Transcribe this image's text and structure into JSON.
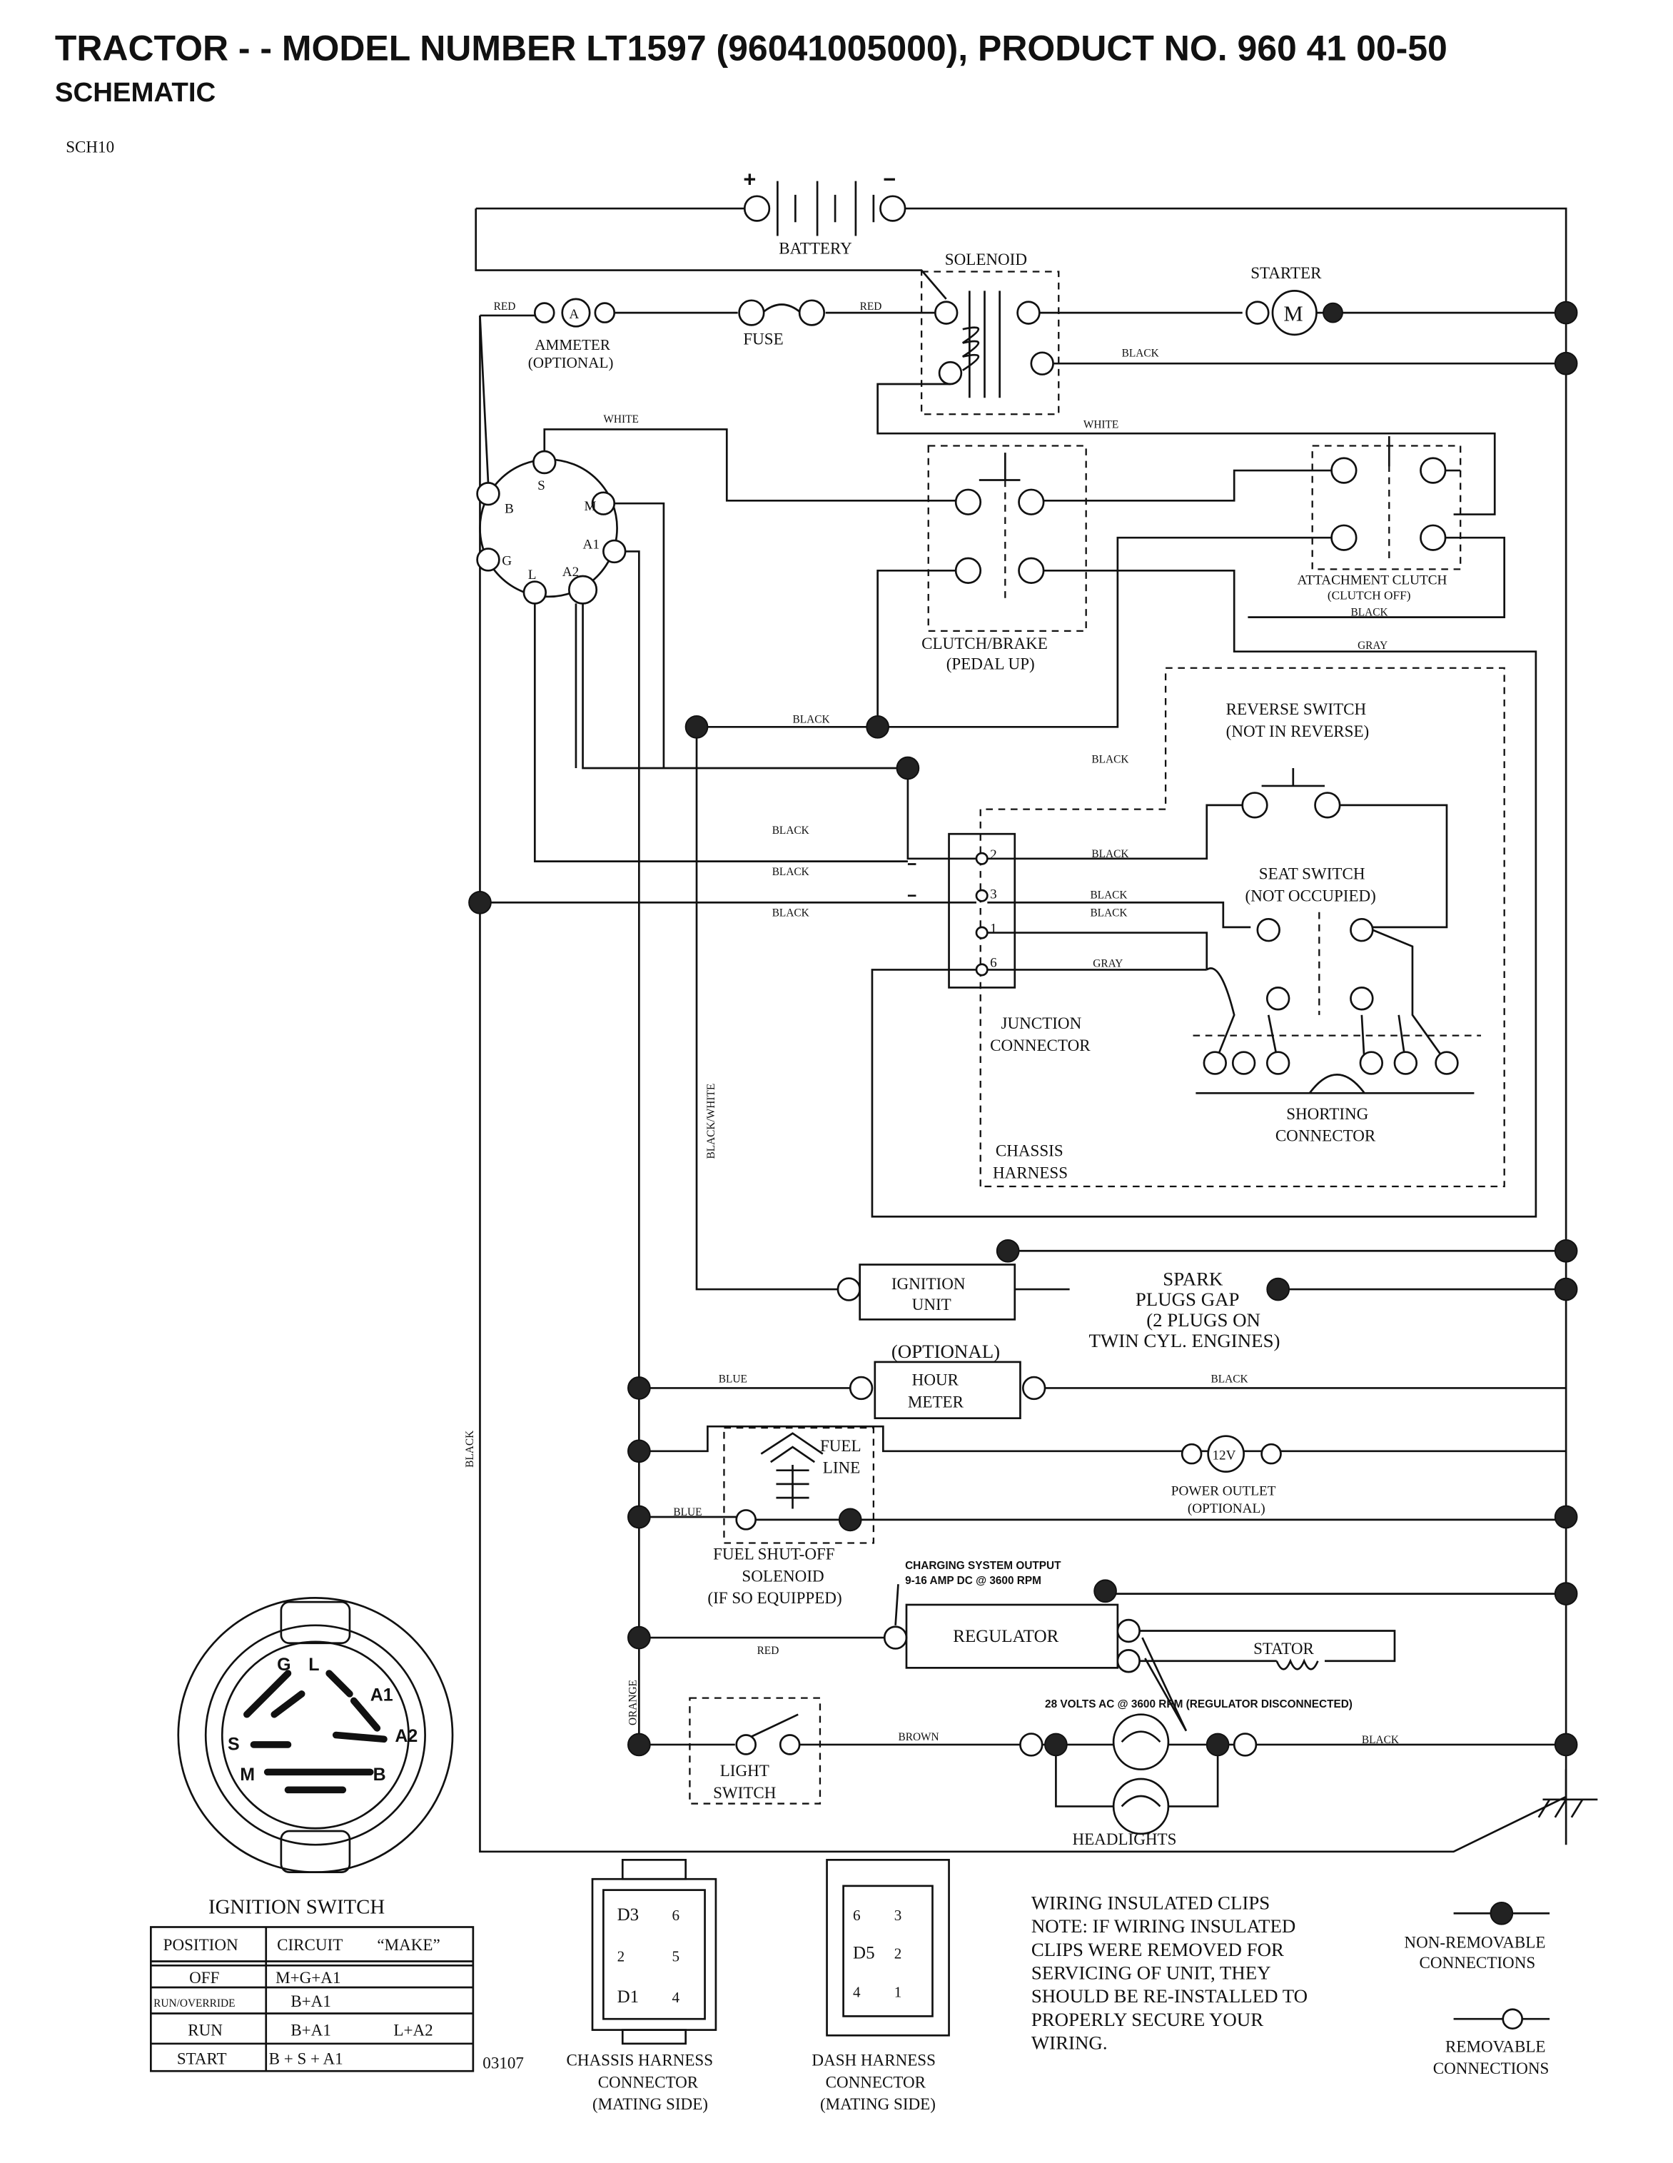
{
  "header": {
    "title": "TRACTOR - - MODEL NUMBER LT1597 (96041005000), PRODUCT NO. 960 41 00-50",
    "subtitle": "SCHEMATIC",
    "code": "SCH10"
  },
  "components": {
    "battery": "BATTERY",
    "plus": "+",
    "minus": "−",
    "solenoid": "SOLENOID",
    "starter": "STARTER",
    "starter_symbol": "M",
    "ammeter": "AMMETER",
    "ammeter_opt": "(OPTIONAL)",
    "ammeter_symbol": "A",
    "fuse": "FUSE",
    "attachment_clutch": "ATTACHMENT CLUTCH",
    "attachment_clutch_sub": "(CLUTCH OFF)",
    "clutch_brake": "CLUTCH/BRAKE",
    "clutch_brake_sub": "(PEDAL UP)",
    "reverse_switch": "REVERSE SWITCH",
    "reverse_switch_sub": "(NOT IN REVERSE)",
    "seat_switch": "SEAT SWITCH",
    "seat_switch_sub": "(NOT OCCUPIED)",
    "junction": "JUNCTION",
    "connector": "CONNECTOR",
    "shorting": "SHORTING",
    "shorting_connector": "CONNECTOR",
    "chassis": "CHASSIS",
    "harness": "HARNESS",
    "ignition_unit_1": "IGNITION",
    "ignition_unit_2": "UNIT",
    "spark_1": "SPARK",
    "spark_2": "PLUGS GAP",
    "spark_3": "(2 PLUGS ON",
    "spark_4": "TWIN CYL. ENGINES)",
    "hour_opt": "(OPTIONAL)",
    "hour_1": "HOUR",
    "hour_2": "METER",
    "fuel_line_1": "FUEL",
    "fuel_line_2": "LINE",
    "fuel_sol_1": "FUEL SHUT-OFF",
    "fuel_sol_2": "SOLENOID",
    "fuel_sol_3": "(IF SO EQUIPPED)",
    "outlet_symbol": "12V",
    "outlet_1": "POWER OUTLET",
    "outlet_2": "(OPTIONAL)",
    "charging_1": "CHARGING SYSTEM OUTPUT",
    "charging_2": "9-16 AMP DC @ 3600 RPM",
    "regulator": "REGULATOR",
    "stator": "STATOR",
    "volts_note": "28 VOLTS AC @ 3600 RPM (REGULATOR DISCONNECTED)",
    "light_1": "LIGHT",
    "light_2": "SWITCH",
    "headlights": "HEADLIGHTS",
    "pins": [
      "2",
      "3",
      "1",
      "6"
    ],
    "ign_terms": [
      "S",
      "M",
      "A1",
      "A2",
      "L",
      "G",
      "B"
    ]
  },
  "wire_labels": [
    "RED",
    "RED",
    "BLACK",
    "WHITE",
    "WHITE",
    "BLACK",
    "GRAY",
    "BLACK",
    "BLACK",
    "BLACK",
    "BLACK",
    "BLACK",
    "BLACK",
    "BLACK",
    "BLACK",
    "GRAY",
    "BLACK/WHITE",
    "BLACK",
    "BLUE",
    "BLACK",
    "BLUE",
    "RED",
    "ORANGE",
    "BROWN",
    "BLACK"
  ],
  "ignition_switch": {
    "title": "IGNITION SWITCH",
    "face_labels": [
      "G",
      "L",
      "A1",
      "A2",
      "S",
      "M",
      "B"
    ],
    "table": {
      "headers": [
        "POSITION",
        "CIRCUIT",
        "“MAKE”"
      ],
      "rows": [
        {
          "position": "OFF",
          "circuit": "M+G+A1",
          "extra": ""
        },
        {
          "position": "RUN/OVERRIDE",
          "circuit": "B+A1",
          "extra": ""
        },
        {
          "position": "RUN",
          "circuit": "B+A1",
          "extra": "L+A2"
        },
        {
          "position": "START",
          "circuit": "B + S + A1",
          "extra": ""
        }
      ]
    },
    "code": "03107"
  },
  "chassis_connector": {
    "pins": [
      "D3",
      "6",
      "2",
      "5",
      "D1",
      "4"
    ],
    "label_1": "CHASSIS HARNESS",
    "label_2": "CONNECTOR",
    "label_3": "(MATING SIDE)"
  },
  "dash_connector": {
    "pins": [
      "6",
      "3",
      "D5",
      "2",
      "4",
      "1"
    ],
    "label_1": "DASH HARNESS",
    "label_2": "CONNECTOR",
    "label_3": "(MATING SIDE)"
  },
  "notes": {
    "lines": [
      "WIRING INSULATED CLIPS",
      "NOTE:  IF WIRING INSULATED",
      "CLIPS WERE REMOVED FOR",
      "SERVICING OF UNIT, THEY",
      "SHOULD BE RE-INSTALLED TO",
      "PROPERLY SECURE YOUR",
      " WIRING."
    ]
  },
  "legend": {
    "non_removable_1": "NON-REMOVABLE",
    "non_removable_2": "CONNECTIONS",
    "removable_1": "REMOVABLE",
    "removable_2": "CONNECTIONS"
  }
}
